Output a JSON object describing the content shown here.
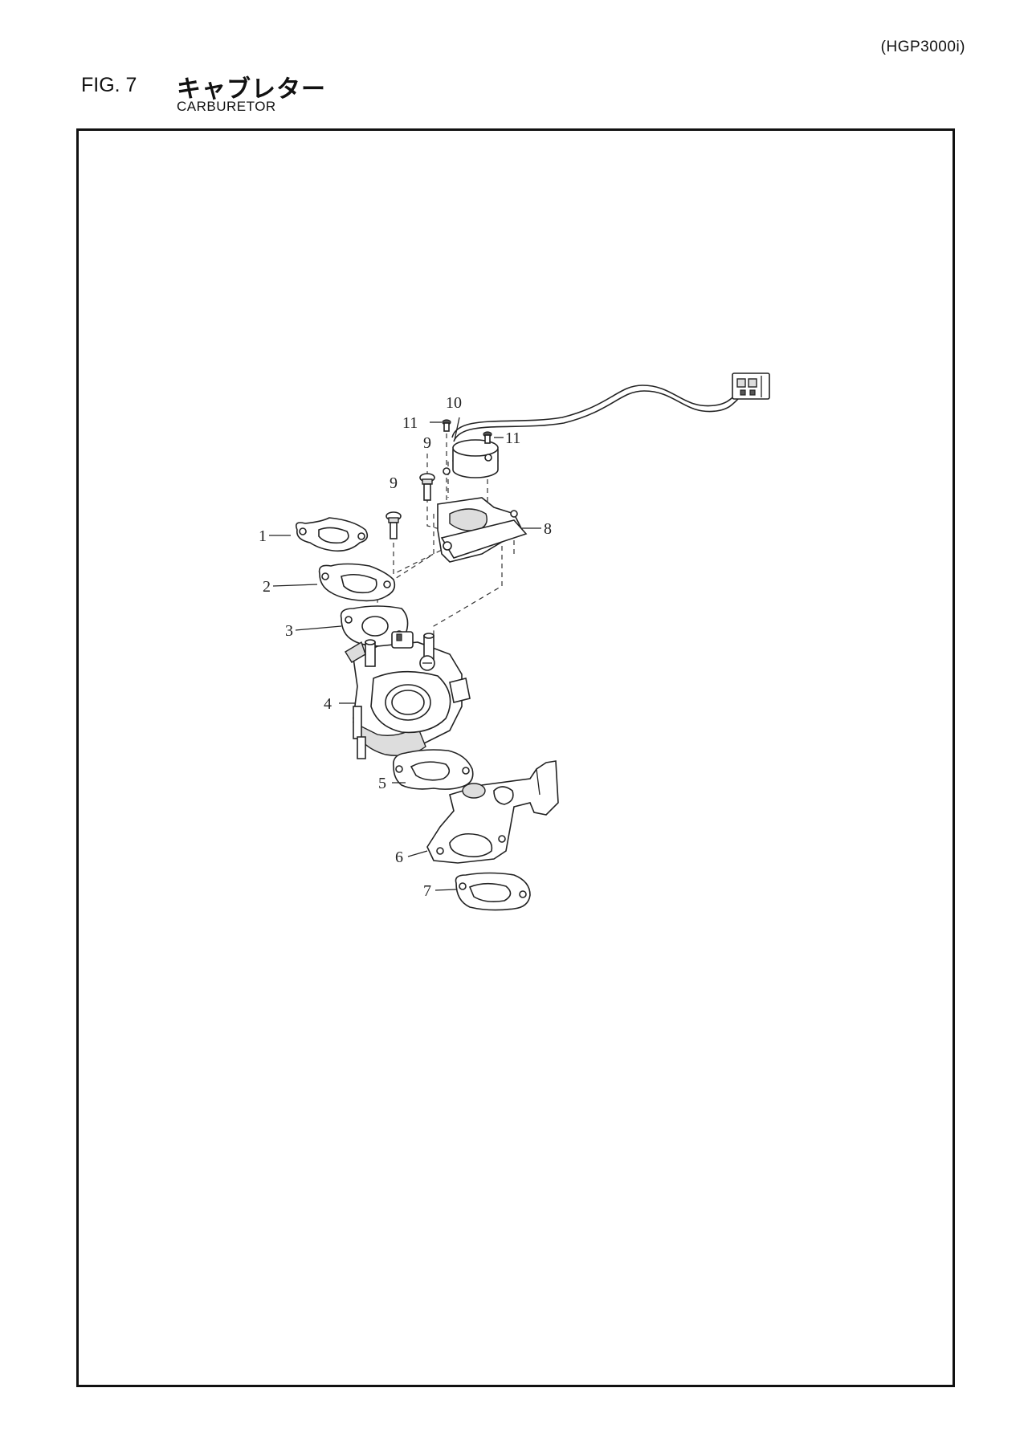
{
  "header": {
    "model": "(HGP3000i)",
    "figure_no": "FIG. 7",
    "title_jp": "キャブレター",
    "title_en": "CARBURETOR"
  },
  "callouts": [
    "1",
    "2",
    "3",
    "4",
    "5",
    "6",
    "7",
    "8",
    "9",
    "9",
    "10",
    "11",
    "11"
  ]
}
